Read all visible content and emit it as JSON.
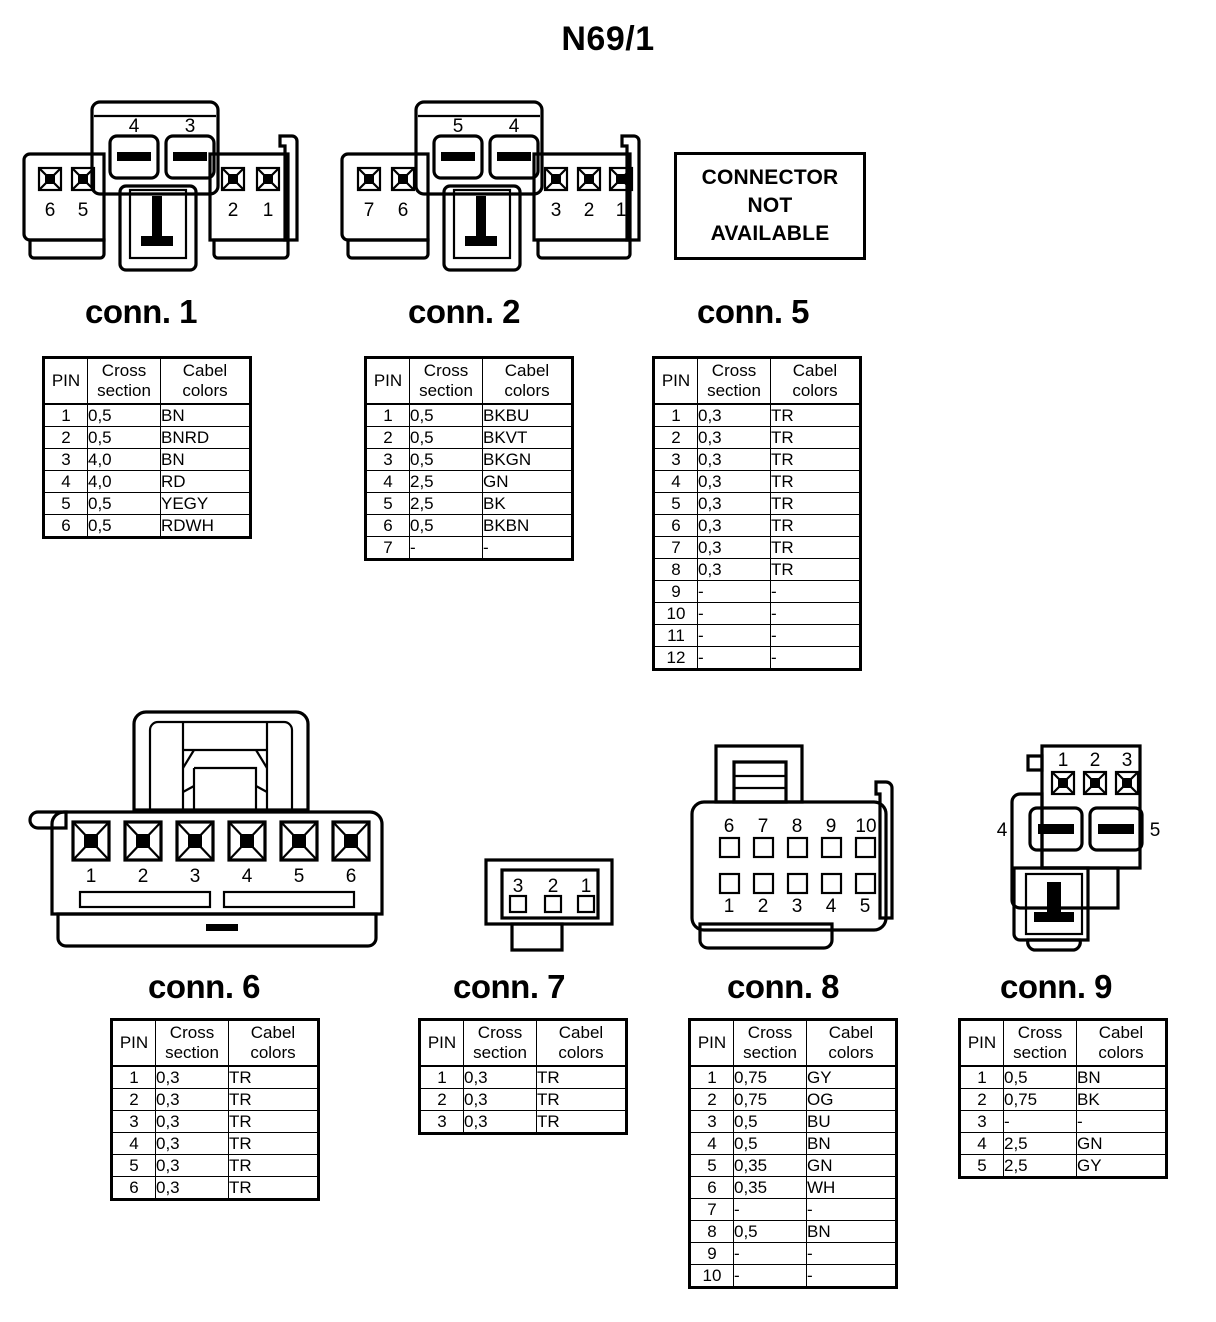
{
  "title": "N69/1",
  "table_headers": {
    "pin": "PIN",
    "cross_l1": "Cross",
    "cross_l2": "section",
    "color_l1": "Cabel",
    "color_l2": "colors"
  },
  "not_available_box": {
    "line1": "CONNECTOR",
    "line2": "NOT",
    "line3": "AVAILABLE"
  },
  "connectors": [
    {
      "id": "conn1",
      "label": "conn. 1",
      "drawing": {
        "type": "two-row-blade",
        "top_pins": [
          "4",
          "3"
        ],
        "left_pins": [
          "6",
          "5"
        ],
        "right_pins": [
          "2",
          "1"
        ]
      },
      "rows": [
        {
          "pin": "1",
          "cross": "0,5",
          "color": "BN"
        },
        {
          "pin": "2",
          "cross": "0,5",
          "color": "BNRD"
        },
        {
          "pin": "3",
          "cross": "4,0",
          "color": "BN"
        },
        {
          "pin": "4",
          "cross": "4,0",
          "color": "RD"
        },
        {
          "pin": "5",
          "cross": "0,5",
          "color": "YEGY"
        },
        {
          "pin": "6",
          "cross": "0,5",
          "color": "RDWH"
        }
      ]
    },
    {
      "id": "conn2",
      "label": "conn. 2",
      "drawing": {
        "type": "two-row-blade",
        "top_pins": [
          "5",
          "4"
        ],
        "left_pins": [
          "7",
          "6"
        ],
        "right_pins": [
          "3",
          "2",
          "1"
        ]
      },
      "rows": [
        {
          "pin": "1",
          "cross": "0,5",
          "color": "BKBU"
        },
        {
          "pin": "2",
          "cross": "0,5",
          "color": "BKVT"
        },
        {
          "pin": "3",
          "cross": "0,5",
          "color": "BKGN"
        },
        {
          "pin": "4",
          "cross": "2,5",
          "color": "GN"
        },
        {
          "pin": "5",
          "cross": "2,5",
          "color": "BK"
        },
        {
          "pin": "6",
          "cross": "0,5",
          "color": "BKBN"
        },
        {
          "pin": "7",
          "cross": "-",
          "color": "-"
        }
      ]
    },
    {
      "id": "conn5",
      "label": "conn. 5",
      "drawing": {
        "type": "not-available"
      },
      "rows": [
        {
          "pin": "1",
          "cross": "0,3",
          "color": "TR"
        },
        {
          "pin": "2",
          "cross": "0,3",
          "color": "TR"
        },
        {
          "pin": "3",
          "cross": "0,3",
          "color": "TR"
        },
        {
          "pin": "4",
          "cross": "0,3",
          "color": "TR"
        },
        {
          "pin": "5",
          "cross": "0,3",
          "color": "TR"
        },
        {
          "pin": "6",
          "cross": "0,3",
          "color": "TR"
        },
        {
          "pin": "7",
          "cross": "0,3",
          "color": "TR"
        },
        {
          "pin": "8",
          "cross": "0,3",
          "color": "TR"
        },
        {
          "pin": "9",
          "cross": "-",
          "color": "-"
        },
        {
          "pin": "10",
          "cross": "-",
          "color": "-"
        },
        {
          "pin": "11",
          "cross": "-",
          "color": "-"
        },
        {
          "pin": "12",
          "cross": "-",
          "color": "-"
        }
      ]
    },
    {
      "id": "conn6",
      "label": "conn. 6",
      "drawing": {
        "type": "six-way-housing",
        "pins": [
          "1",
          "2",
          "3",
          "4",
          "5",
          "6"
        ]
      },
      "rows": [
        {
          "pin": "1",
          "cross": "0,3",
          "color": "TR"
        },
        {
          "pin": "2",
          "cross": "0,3",
          "color": "TR"
        },
        {
          "pin": "3",
          "cross": "0,3",
          "color": "TR"
        },
        {
          "pin": "4",
          "cross": "0,3",
          "color": "TR"
        },
        {
          "pin": "5",
          "cross": "0,3",
          "color": "TR"
        },
        {
          "pin": "6",
          "cross": "0,3",
          "color": "TR"
        }
      ]
    },
    {
      "id": "conn7",
      "label": "conn. 7",
      "drawing": {
        "type": "three-way-small",
        "pins": [
          "3",
          "2",
          "1"
        ]
      },
      "rows": [
        {
          "pin": "1",
          "cross": "0,3",
          "color": "TR"
        },
        {
          "pin": "2",
          "cross": "0,3",
          "color": "TR"
        },
        {
          "pin": "3",
          "cross": "0,3",
          "color": "TR"
        }
      ]
    },
    {
      "id": "conn8",
      "label": "conn. 8",
      "drawing": {
        "type": "ten-way-dual-row",
        "top_pins": [
          "6",
          "7",
          "8",
          "9",
          "10"
        ],
        "bottom_pins": [
          "1",
          "2",
          "3",
          "4",
          "5"
        ]
      },
      "rows": [
        {
          "pin": "1",
          "cross": "0,75",
          "color": "GY"
        },
        {
          "pin": "2",
          "cross": "0,75",
          "color": "OG"
        },
        {
          "pin": "3",
          "cross": "0,5",
          "color": "BU"
        },
        {
          "pin": "4",
          "cross": "0,5",
          "color": "BN"
        },
        {
          "pin": "5",
          "cross": "0,35",
          "color": "GN"
        },
        {
          "pin": "6",
          "cross": "0,35",
          "color": "WH"
        },
        {
          "pin": "7",
          "cross": "-",
          "color": "-"
        },
        {
          "pin": "8",
          "cross": "0,5",
          "color": "BN"
        },
        {
          "pin": "9",
          "cross": "-",
          "color": "-"
        },
        {
          "pin": "10",
          "cross": "-",
          "color": "-"
        }
      ]
    },
    {
      "id": "conn9",
      "label": "conn. 9",
      "drawing": {
        "type": "five-way-l-shape",
        "top_pins": [
          "1",
          "2",
          "3"
        ],
        "left_pin": "4",
        "right_pin": "5"
      },
      "rows": [
        {
          "pin": "1",
          "cross": "0,5",
          "color": "BN"
        },
        {
          "pin": "2",
          "cross": "0,75",
          "color": "BK"
        },
        {
          "pin": "3",
          "cross": "-",
          "color": "-"
        },
        {
          "pin": "4",
          "cross": "2,5",
          "color": "GN"
        },
        {
          "pin": "5",
          "cross": "2,5",
          "color": "GY"
        }
      ]
    }
  ]
}
